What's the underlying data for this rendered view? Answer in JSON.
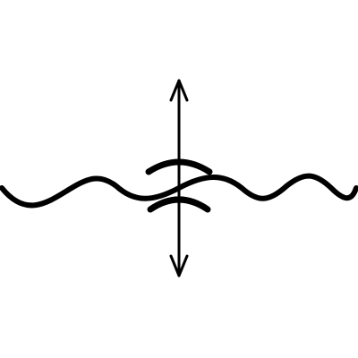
{
  "diagram": {
    "kind": "line-art symbol",
    "elements": [
      "sine-wave-line",
      "vertical-double-headed-arrow",
      "upper-arc",
      "lower-arc"
    ]
  },
  "colors": {
    "background": "#ffffff",
    "stroke": "#000000"
  }
}
